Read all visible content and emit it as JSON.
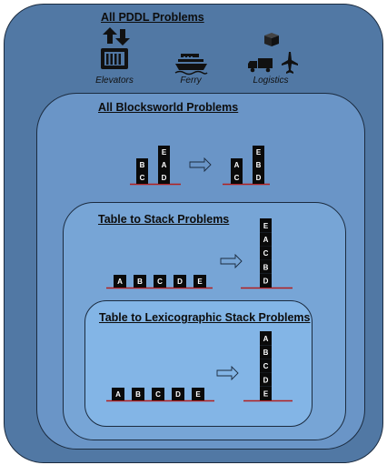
{
  "titles": {
    "all_pddl": "All PDDL Problems",
    "blocksworld": "All Blocksworld Problems",
    "table_to_stack": "Table to Stack Problems",
    "lexicographic": "Table to Lexicographic Stack Problems"
  },
  "domains": [
    {
      "label": "Elevators",
      "icon": "elevator-icon"
    },
    {
      "label": "Ferry",
      "icon": "ferry-icon"
    },
    {
      "label": "Logistics",
      "icon": "logistics-icon"
    }
  ],
  "colors": {
    "outer": "#5178a4",
    "blocksworld": "#6a95c7",
    "table_to_stack": "#77a5d6",
    "lexicographic": "#83b5e6",
    "block": "#0a0a0a",
    "table_line": "#b21f1f"
  },
  "scenes": {
    "blocksworld": {
      "initial": [
        [
          "C",
          "B"
        ],
        [
          "D",
          "A",
          "E"
        ]
      ],
      "goal": [
        [
          "C",
          "A"
        ],
        [
          "D",
          "B",
          "E"
        ]
      ]
    },
    "table_to_stack": {
      "initial": [
        [
          "A"
        ],
        [
          "B"
        ],
        [
          "C"
        ],
        [
          "D"
        ],
        [
          "E"
        ]
      ],
      "goal": [
        [
          "D",
          "B",
          "C",
          "A",
          "E"
        ]
      ]
    },
    "lexicographic": {
      "initial": [
        [
          "A"
        ],
        [
          "B"
        ],
        [
          "C"
        ],
        [
          "D"
        ],
        [
          "E"
        ]
      ],
      "goal": [
        [
          "E",
          "D",
          "C",
          "B",
          "A"
        ]
      ]
    }
  }
}
